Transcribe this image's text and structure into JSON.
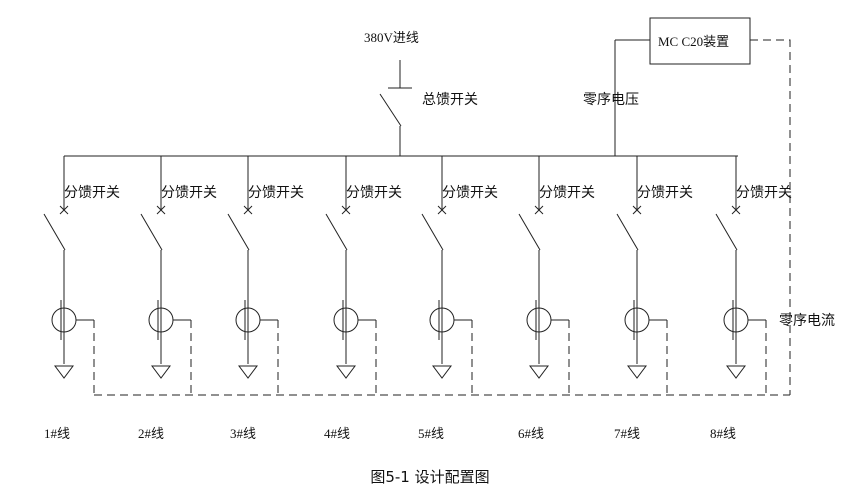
{
  "diagram": {
    "source_label": "380V进线",
    "main_switch_label": "总馈开关",
    "device_label": "MC C20装置",
    "zero_voltage_label": "零序电压",
    "zero_current_label": "零序电流",
    "branches": [
      {
        "switch_label": "分馈开关",
        "line_label": "1#线"
      },
      {
        "switch_label": "分馈开关",
        "line_label": "2#线"
      },
      {
        "switch_label": "分馈开关",
        "line_label": "3#线"
      },
      {
        "switch_label": "分馈开关",
        "line_label": "4#线"
      },
      {
        "switch_label": "分馈开关",
        "line_label": "5#线"
      },
      {
        "switch_label": "分馈开关",
        "line_label": "6#线"
      },
      {
        "switch_label": "分馈开关",
        "line_label": "7#线"
      },
      {
        "switch_label": "分馈开关",
        "line_label": "8#线"
      }
    ]
  },
  "caption": {
    "figure_number": "图5-1",
    "title": "设计配置图"
  }
}
